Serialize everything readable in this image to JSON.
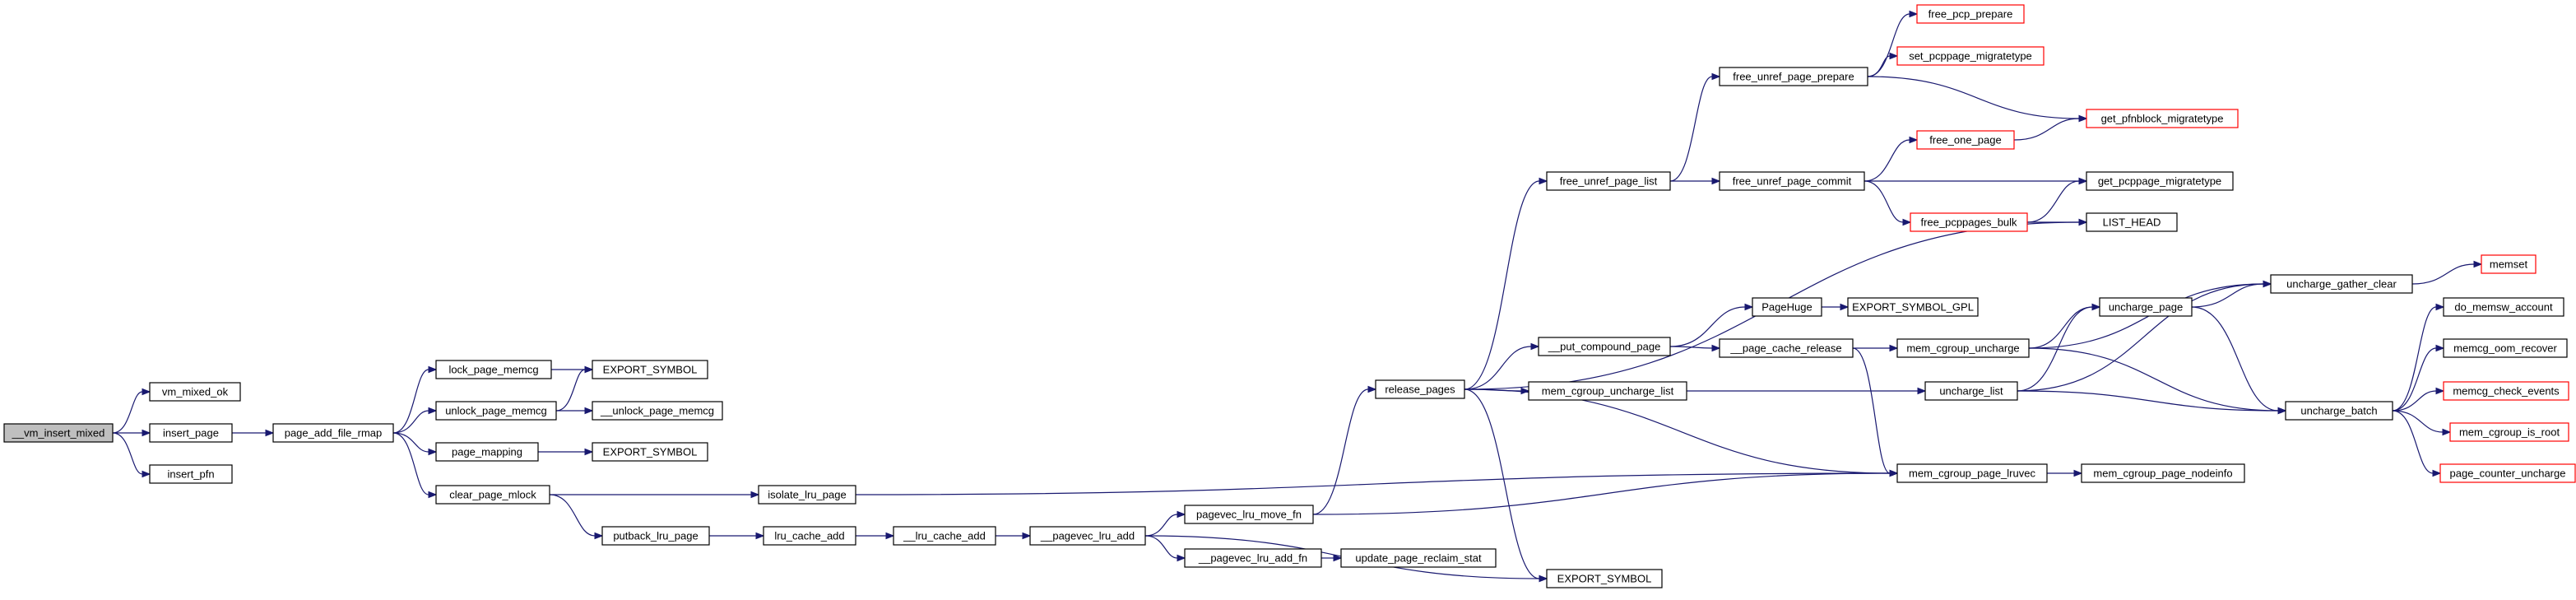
{
  "colors": {
    "edge": "#191970",
    "root_fill": "#bfbfbf",
    "normal_border": "#000000",
    "truncated_border": "#ff0000",
    "background": "#ffffff"
  },
  "nodes": [
    {
      "id": "vm_insert_mixed",
      "label": "__vm_insert_mixed",
      "kind": "root"
    },
    {
      "id": "vm_mixed_ok",
      "label": "vm_mixed_ok",
      "kind": "normal"
    },
    {
      "id": "insert_page",
      "label": "insert_page",
      "kind": "normal"
    },
    {
      "id": "insert_pfn",
      "label": "insert_pfn",
      "kind": "normal"
    },
    {
      "id": "page_add_file_rmap",
      "label": "page_add_file_rmap",
      "kind": "normal"
    },
    {
      "id": "lock_page_memcg",
      "label": "lock_page_memcg",
      "kind": "normal"
    },
    {
      "id": "unlock_page_memcg",
      "label": "unlock_page_memcg",
      "kind": "normal"
    },
    {
      "id": "page_mapping",
      "label": "page_mapping",
      "kind": "normal"
    },
    {
      "id": "clear_page_mlock",
      "label": "clear_page_mlock",
      "kind": "normal"
    },
    {
      "id": "export_symbol_1",
      "label": "EXPORT_SYMBOL",
      "kind": "normal"
    },
    {
      "id": "unlock_page_memcg2",
      "label": "__unlock_page_memcg",
      "kind": "normal"
    },
    {
      "id": "export_symbol_2",
      "label": "EXPORT_SYMBOL",
      "kind": "normal"
    },
    {
      "id": "isolate_lru_page",
      "label": "isolate_lru_page",
      "kind": "normal"
    },
    {
      "id": "putback_lru_page",
      "label": "putback_lru_page",
      "kind": "normal"
    },
    {
      "id": "lru_cache_add",
      "label": "lru_cache_add",
      "kind": "normal"
    },
    {
      "id": "lru_cache_add2",
      "label": "__lru_cache_add",
      "kind": "normal"
    },
    {
      "id": "pagevec_lru_add",
      "label": "__pagevec_lru_add",
      "kind": "normal"
    },
    {
      "id": "pagevec_lru_move_fn",
      "label": "pagevec_lru_move_fn",
      "kind": "normal"
    },
    {
      "id": "pagevec_lru_add_fn",
      "label": "__pagevec_lru_add_fn",
      "kind": "normal"
    },
    {
      "id": "update_page_reclaim_stat",
      "label": "update_page_reclaim_stat",
      "kind": "normal"
    },
    {
      "id": "release_pages",
      "label": "release_pages",
      "kind": "normal"
    },
    {
      "id": "free_unref_page_list",
      "label": "free_unref_page_list",
      "kind": "normal"
    },
    {
      "id": "put_compound_page",
      "label": "__put_compound_page",
      "kind": "normal"
    },
    {
      "id": "mem_cgroup_uncharge_list",
      "label": "mem_cgroup_uncharge_list",
      "kind": "normal"
    },
    {
      "id": "export_symbol_3",
      "label": "EXPORT_SYMBOL",
      "kind": "normal"
    },
    {
      "id": "free_unref_page_prepare",
      "label": "free_unref_page_prepare",
      "kind": "normal"
    },
    {
      "id": "free_unref_page_commit",
      "label": "free_unref_page_commit",
      "kind": "normal"
    },
    {
      "id": "free_pcp_prepare",
      "label": "free_pcp_prepare",
      "kind": "truncated"
    },
    {
      "id": "set_pcppage_migratetype",
      "label": "set_pcppage_migratetype",
      "kind": "truncated"
    },
    {
      "id": "get_pfnblock_migratetype",
      "label": "get_pfnblock_migratetype",
      "kind": "truncated"
    },
    {
      "id": "free_one_page",
      "label": "free_one_page",
      "kind": "truncated"
    },
    {
      "id": "get_pcppage_migratetype",
      "label": "get_pcppage_migratetype",
      "kind": "normal"
    },
    {
      "id": "free_pcppages_bulk",
      "label": "free_pcppages_bulk",
      "kind": "truncated"
    },
    {
      "id": "list_head",
      "label": "LIST_HEAD",
      "kind": "normal"
    },
    {
      "id": "pagehuge",
      "label": "PageHuge",
      "kind": "normal"
    },
    {
      "id": "export_symbol_gpl",
      "label": "EXPORT_SYMBOL_GPL",
      "kind": "normal"
    },
    {
      "id": "page_cache_release",
      "label": "__page_cache_release",
      "kind": "normal"
    },
    {
      "id": "mem_cgroup_uncharge",
      "label": "mem_cgroup_uncharge",
      "kind": "normal"
    },
    {
      "id": "uncharge_page",
      "label": "uncharge_page",
      "kind": "normal"
    },
    {
      "id": "uncharge_gather_clear",
      "label": "uncharge_gather_clear",
      "kind": "normal"
    },
    {
      "id": "uncharge_list",
      "label": "uncharge_list",
      "kind": "normal"
    },
    {
      "id": "uncharge_batch",
      "label": "uncharge_batch",
      "kind": "normal"
    },
    {
      "id": "memset",
      "label": "memset",
      "kind": "truncated"
    },
    {
      "id": "do_memsw_account",
      "label": "do_memsw_account",
      "kind": "normal"
    },
    {
      "id": "memcg_oom_recover",
      "label": "memcg_oom_recover",
      "kind": "normal"
    },
    {
      "id": "memcg_check_events",
      "label": "memcg_check_events",
      "kind": "truncated"
    },
    {
      "id": "mem_cgroup_is_root",
      "label": "mem_cgroup_is_root",
      "kind": "truncated"
    },
    {
      "id": "page_counter_uncharge",
      "label": "page_counter_uncharge",
      "kind": "truncated"
    },
    {
      "id": "mem_cgroup_page_lruvec",
      "label": "mem_cgroup_page_lruvec",
      "kind": "normal"
    },
    {
      "id": "mem_cgroup_page_nodeinfo",
      "label": "mem_cgroup_page_nodeinfo",
      "kind": "normal"
    }
  ],
  "edges": [
    [
      "vm_insert_mixed",
      "vm_mixed_ok"
    ],
    [
      "vm_insert_mixed",
      "insert_page"
    ],
    [
      "vm_insert_mixed",
      "insert_pfn"
    ],
    [
      "insert_page",
      "page_add_file_rmap"
    ],
    [
      "page_add_file_rmap",
      "lock_page_memcg"
    ],
    [
      "page_add_file_rmap",
      "unlock_page_memcg"
    ],
    [
      "page_add_file_rmap",
      "page_mapping"
    ],
    [
      "page_add_file_rmap",
      "clear_page_mlock"
    ],
    [
      "lock_page_memcg",
      "export_symbol_1"
    ],
    [
      "unlock_page_memcg",
      "export_symbol_1"
    ],
    [
      "unlock_page_memcg",
      "unlock_page_memcg2"
    ],
    [
      "page_mapping",
      "export_symbol_2"
    ],
    [
      "clear_page_mlock",
      "isolate_lru_page"
    ],
    [
      "clear_page_mlock",
      "putback_lru_page"
    ],
    [
      "putback_lru_page",
      "lru_cache_add"
    ],
    [
      "lru_cache_add",
      "lru_cache_add2"
    ],
    [
      "lru_cache_add2",
      "pagevec_lru_add"
    ],
    [
      "pagevec_lru_add",
      "pagevec_lru_move_fn"
    ],
    [
      "pagevec_lru_add",
      "pagevec_lru_add_fn"
    ],
    [
      "pagevec_lru_add",
      "export_symbol_3"
    ],
    [
      "pagevec_lru_add_fn",
      "update_page_reclaim_stat"
    ],
    [
      "pagevec_lru_move_fn",
      "release_pages"
    ],
    [
      "pagevec_lru_move_fn",
      "mem_cgroup_page_lruvec"
    ],
    [
      "isolate_lru_page",
      "mem_cgroup_page_lruvec"
    ],
    [
      "release_pages",
      "free_unref_page_list"
    ],
    [
      "release_pages",
      "put_compound_page"
    ],
    [
      "release_pages",
      "mem_cgroup_uncharge_list"
    ],
    [
      "release_pages",
      "export_symbol_3"
    ],
    [
      "release_pages",
      "list_head"
    ],
    [
      "release_pages",
      "mem_cgroup_page_lruvec"
    ],
    [
      "free_unref_page_list",
      "free_unref_page_prepare"
    ],
    [
      "free_unref_page_list",
      "free_unref_page_commit"
    ],
    [
      "free_unref_page_prepare",
      "free_pcp_prepare"
    ],
    [
      "free_unref_page_prepare",
      "set_pcppage_migratetype"
    ],
    [
      "free_unref_page_prepare",
      "get_pfnblock_migratetype"
    ],
    [
      "free_unref_page_commit",
      "free_one_page"
    ],
    [
      "free_unref_page_commit",
      "get_pcppage_migratetype"
    ],
    [
      "free_unref_page_commit",
      "free_pcppages_bulk"
    ],
    [
      "free_one_page",
      "get_pfnblock_migratetype"
    ],
    [
      "free_pcppages_bulk",
      "get_pcppage_migratetype"
    ],
    [
      "free_pcppages_bulk",
      "list_head"
    ],
    [
      "put_compound_page",
      "pagehuge"
    ],
    [
      "put_compound_page",
      "page_cache_release"
    ],
    [
      "pagehuge",
      "export_symbol_gpl"
    ],
    [
      "page_cache_release",
      "mem_cgroup_uncharge"
    ],
    [
      "page_cache_release",
      "mem_cgroup_page_lruvec"
    ],
    [
      "mem_cgroup_uncharge",
      "uncharge_page"
    ],
    [
      "mem_cgroup_uncharge",
      "uncharge_gather_clear"
    ],
    [
      "mem_cgroup_uncharge",
      "uncharge_batch"
    ],
    [
      "mem_cgroup_uncharge_list",
      "uncharge_list"
    ],
    [
      "uncharge_list",
      "uncharge_page"
    ],
    [
      "uncharge_list",
      "uncharge_gather_clear"
    ],
    [
      "uncharge_list",
      "uncharge_batch"
    ],
    [
      "uncharge_page",
      "uncharge_gather_clear"
    ],
    [
      "uncharge_page",
      "uncharge_batch"
    ],
    [
      "uncharge_gather_clear",
      "memset"
    ],
    [
      "uncharge_batch",
      "do_memsw_account"
    ],
    [
      "uncharge_batch",
      "memcg_oom_recover"
    ],
    [
      "uncharge_batch",
      "memcg_check_events"
    ],
    [
      "uncharge_batch",
      "mem_cgroup_is_root"
    ],
    [
      "uncharge_batch",
      "page_counter_uncharge"
    ],
    [
      "mem_cgroup_page_lruvec",
      "mem_cgroup_page_nodeinfo"
    ]
  ]
}
